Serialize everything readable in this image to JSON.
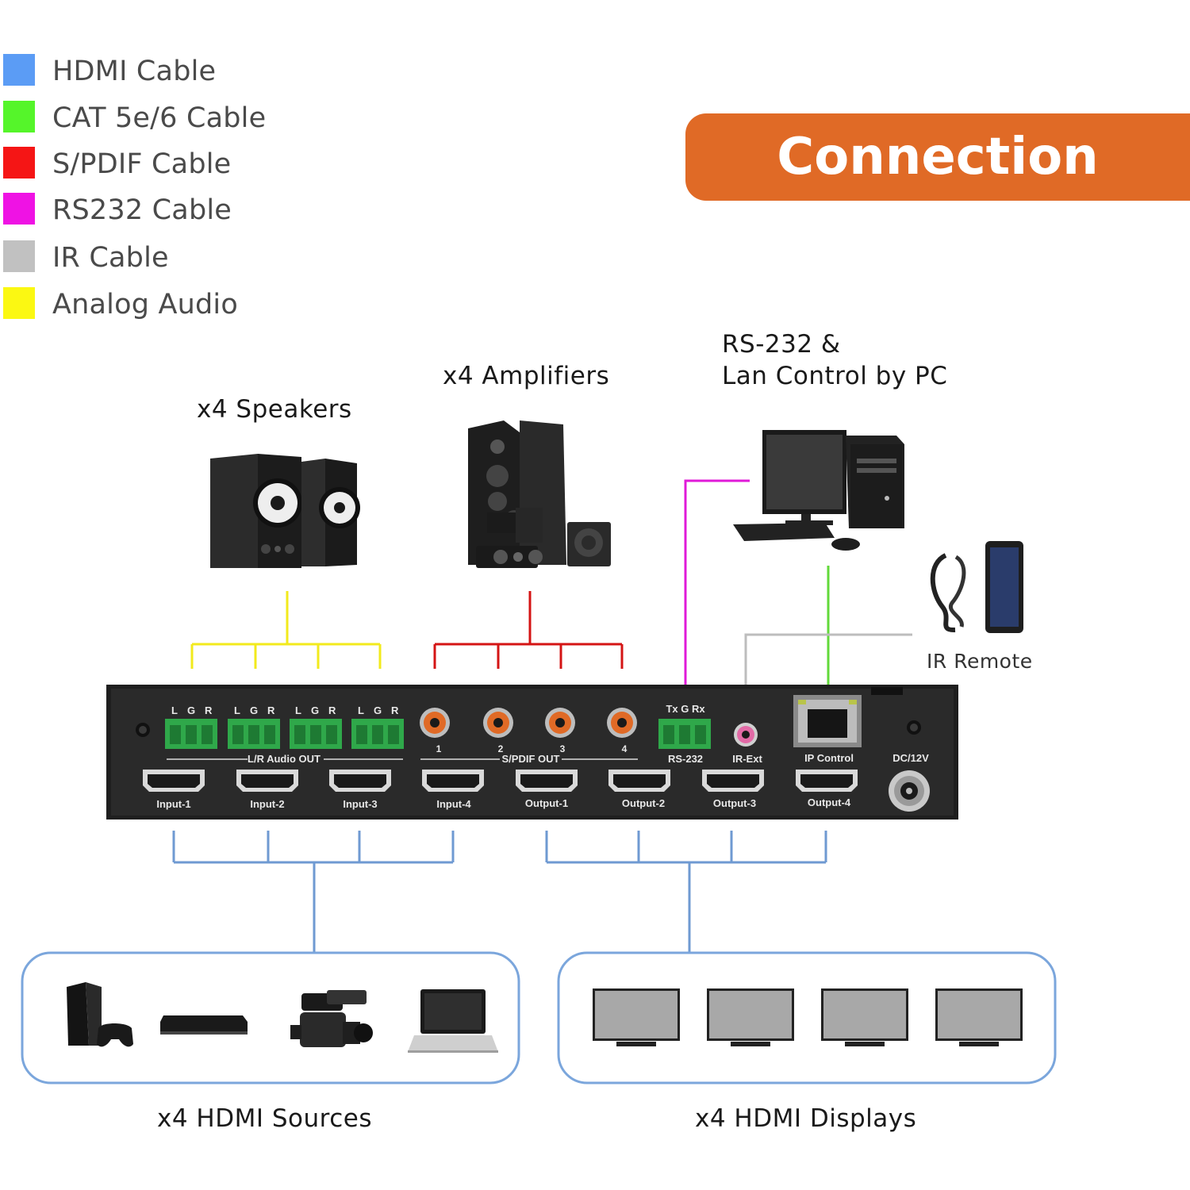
{
  "legend": [
    {
      "label": "HDMI Cable",
      "color": "#5b9cf5"
    },
    {
      "label": "CAT 5e/6 Cable",
      "color": "#55f52a"
    },
    {
      "label": "S/PDIF Cable",
      "color": "#f51515"
    },
    {
      "label": "RS232 Cable",
      "color": "#ef12e4"
    },
    {
      "label": "IR Cable",
      "color": "#c1c1c1"
    },
    {
      "label": "Analog Audio",
      "color": "#fbf812"
    }
  ],
  "banner": {
    "title": "Connection",
    "color": "#e06a26"
  },
  "captions": {
    "speakers": "x4 Speakers",
    "amplifiers": "x4 Amplifiers",
    "pc_line1": "RS-232 &",
    "pc_line2": "Lan Control by PC",
    "ir_remote": "IR Remote",
    "sources": "x4 HDMI Sources",
    "displays": "x4 HDMI Displays"
  },
  "device": {
    "audio_channels": [
      "L",
      "G",
      "R"
    ],
    "rs232_pins": "Tx G Rx",
    "lr_audio_out": "L/R Audio OUT",
    "spdif_out": "S/PDIF OUT",
    "spdif_numbers": [
      "1",
      "2",
      "3",
      "4"
    ],
    "rs232": "RS-232",
    "ir_ext": "IR-Ext",
    "ip_control": "IP Control",
    "dc": "DC/12V",
    "hdmi_ports": [
      "Input-1",
      "Input-2",
      "Input-3",
      "Input-4",
      "Output-1",
      "Output-2",
      "Output-3",
      "Output-4"
    ]
  },
  "icons": {
    "speakers": "bookshelf-speakers-icon",
    "amplifiers": "home-theater-speakers-icon",
    "pc": "desktop-computer-icon",
    "ir_remote": "ir-remote-icon",
    "sources": [
      "game-console-icon",
      "media-player-icon",
      "camcorder-icon",
      "laptop-icon"
    ],
    "displays": [
      "tv-icon",
      "tv-icon",
      "tv-icon",
      "tv-icon"
    ]
  },
  "cable_colors": {
    "hdmi_line": "#6f9ad2",
    "box_border": "#7ba6dc",
    "audio": "#f2ea1c",
    "spdif": "#d41414",
    "rs232": "#e01ad8",
    "ir": "#bdbdbd",
    "cat": "#62d93a"
  }
}
